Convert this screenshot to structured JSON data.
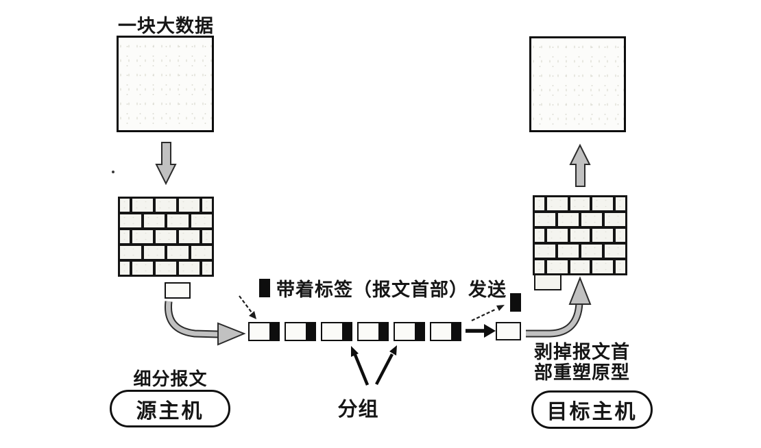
{
  "figure": {
    "source": {
      "block_label": "一块大数据",
      "process_label": "细分报文",
      "host_label": "源主机"
    },
    "legend": {
      "text": "带着标签（报文首部）发送"
    },
    "packets": {
      "count": 6,
      "label": "分组"
    },
    "destination": {
      "process_line1": "剥掉报文首",
      "process_line2": "部重塑原型",
      "host_label": "目标主机"
    },
    "colors": {
      "ink": "#161616",
      "arrow_gray": "#bdbdbd",
      "header_black": "#0e0e0e"
    }
  },
  "bricks": {
    "row_count": 5,
    "odd_row_pattern": [
      13,
      25,
      24,
      25,
      13
    ],
    "even_row_pattern": [
      25,
      25,
      25,
      25
    ]
  }
}
